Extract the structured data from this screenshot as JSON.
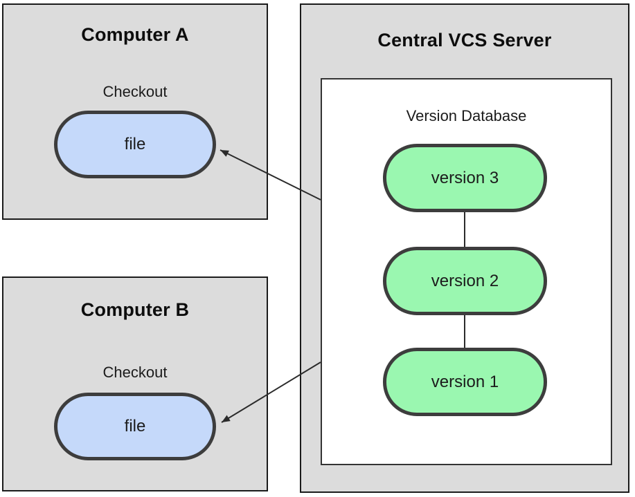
{
  "diagram": {
    "computer_a": {
      "title": "Computer A",
      "checkout_label": "Checkout",
      "file_label": "file"
    },
    "computer_b": {
      "title": "Computer B",
      "checkout_label": "Checkout",
      "file_label": "file"
    },
    "server": {
      "title": "Central VCS Server",
      "database_title": "Version Database",
      "versions": [
        "version 3",
        "version 2",
        "version 1"
      ]
    },
    "colors": {
      "box_bg": "#dcdcdc",
      "box_border": "#1a1a1a",
      "inner_border": "#333333",
      "file_fill": "#c5d9fa",
      "version_fill": "#9af7b0",
      "pill_border": "#3d3d3d",
      "arrow": "#2b2b2b"
    }
  }
}
